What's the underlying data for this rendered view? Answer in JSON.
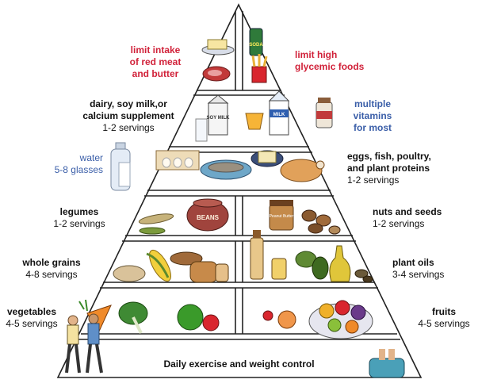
{
  "tiers": {
    "top": {
      "left": {
        "l1": "limit intake",
        "l2": "of red meat",
        "l3": "and butter"
      },
      "right": {
        "l1": "limit high",
        "l2": "glycemic foods"
      }
    },
    "dairy": {
      "title1": "dairy, soy milk,or",
      "title2": "calcium supplement",
      "servings": "1-2 servings"
    },
    "vitamins": {
      "l1": "multiple",
      "l2": "vitamins",
      "l3": "for most"
    },
    "water": {
      "l1": "water",
      "l2": "5-8 glasses"
    },
    "proteins": {
      "title1": "eggs, fish, poultry,",
      "title2": "and plant proteins",
      "servings": "1-2 servings"
    },
    "legumes": {
      "title": "legumes",
      "servings": "1-2 servings"
    },
    "nuts": {
      "title": "nuts and seeds",
      "servings": "1-2 servings"
    },
    "grains": {
      "title": "whole grains",
      "servings": "4-8 servings"
    },
    "oils": {
      "title": "plant oils",
      "servings": "3-4 servings"
    },
    "vegetables": {
      "title": "vegetables",
      "servings": "4-5 servings"
    },
    "fruits": {
      "title": "fruits",
      "servings": "4-5 servings"
    },
    "base": "Daily exercise and weight control"
  },
  "food_labels": {
    "beans_jar": "BEANS",
    "peanut_butter": "Peanut Butter",
    "soy_box": "SOY MILK",
    "milk_box": "MILK",
    "soda_can": "SODA"
  }
}
